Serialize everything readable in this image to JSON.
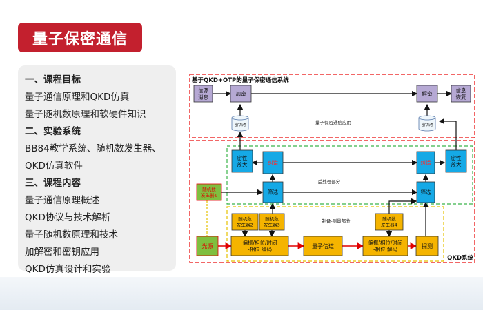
{
  "page": {
    "title": "量子保密通信"
  },
  "outline": [
    {
      "text": "一、课程目标",
      "heading": true
    },
    {
      "text": "量子通信原理和QKD仿真",
      "heading": false
    },
    {
      "text": "量子随机数原理和软硬件知识",
      "heading": false
    },
    {
      "text": "二、实验系统",
      "heading": true
    },
    {
      "text": "BB84教学系统、随机数发生器、",
      "heading": false
    },
    {
      "text": "QKD仿真软件",
      "heading": false
    },
    {
      "text": "三、课程内容",
      "heading": true
    },
    {
      "text": "量子通信原理概述",
      "heading": false
    },
    {
      "text": "QKD协议与技术解析",
      "heading": false
    },
    {
      "text": "量子随机数原理和技术",
      "heading": false
    },
    {
      "text": "加解密和密钥应用",
      "heading": false
    },
    {
      "text": "QKD仿真设计和实验",
      "heading": false
    }
  ],
  "diagram": {
    "otp_title": "基于QKD+OTP的量子保密通信系统",
    "otp_app_label": "量子保密通信应用",
    "qkd_label": "QKD系统",
    "post_label": "后处理部分",
    "prep_label": "制备-测量部分",
    "nodes": {
      "info_source": [
        "信源",
        "消息"
      ],
      "encrypt": [
        "加密"
      ],
      "decrypt": [
        "解密"
      ],
      "info_restore": [
        "信息",
        "恢复"
      ],
      "keypool_left": [
        "密钥池"
      ],
      "keypool_right": [
        "密钥池"
      ],
      "privacy_left": [
        "密性",
        "放大"
      ],
      "error_left": [
        "纠错"
      ],
      "error_right": [
        "纠错"
      ],
      "privacy_right": [
        "密性",
        "放大"
      ],
      "rng1": [
        "随机数",
        "发生器1"
      ],
      "sift_left": [
        "筛选"
      ],
      "sift_right": [
        "筛选"
      ],
      "rng2": [
        "随机数",
        "发生器2"
      ],
      "rng3": [
        "随机数",
        "发生器3"
      ],
      "rng4": [
        "随机数",
        "发生器4"
      ],
      "light_source": [
        "光源"
      ],
      "encode": [
        "偏振/相位/时间",
        "-相位 编码"
      ],
      "channel": [
        "量子信道"
      ],
      "decode": [
        "偏振/相位/时间",
        "-相位 解码"
      ],
      "detect": [
        "探测"
      ]
    }
  },
  "colors": {
    "accent_red": "#c3202e",
    "node_purple": "#b6a9d4",
    "node_cyan": "#15a9e6",
    "node_orange": "#f5b400",
    "node_green": "#7fbf3f",
    "node_red": "#e02020",
    "node_blue": "#3d63c7"
  }
}
